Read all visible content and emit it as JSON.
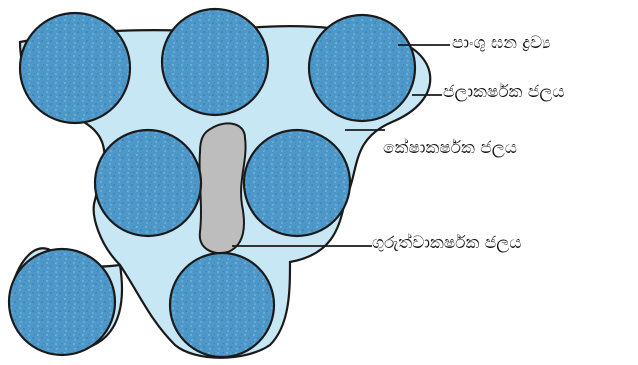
{
  "labels": {
    "solid_particles": "පාංශු ඝන ද්‍රව්‍ය",
    "hygroscopic_water": "ජලාකර්ෂක ජලය",
    "capillary_water": "කේෂාකර්ෂක ජලය",
    "gravitational_water": "ගුරුත්වාකර්ෂක ජලය"
  },
  "colors": {
    "particle_fill": "#4e98c9",
    "particle_stroke": "#1a1a1a",
    "water_film": "#c7e7f5",
    "gravity_water": "#bdbdbd",
    "outline": "#1a1a1a"
  }
}
